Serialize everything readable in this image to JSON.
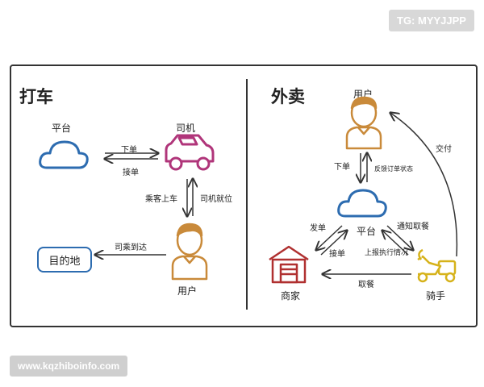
{
  "badges": {
    "tg": "TG: MYYJJPP",
    "site": "www.kqzhiboinfo.com"
  },
  "left": {
    "title": "打车",
    "platform": "平台",
    "driver": "司机",
    "destination": "目的地",
    "user": "用户",
    "order": "下单",
    "accept": "接单",
    "boarding": "乘客上车",
    "driver_ready": "司机就位",
    "driver_arrive": "司乘到达"
  },
  "right": {
    "title": "外卖",
    "user": "用户",
    "platform": "平台",
    "merchant": "商家",
    "rider": "骑手",
    "order": "下单",
    "feedback": "反馈订单状态",
    "send_order": "发单",
    "accept": "接单",
    "notify_pickup": "通知取餐",
    "report_status": "上报执行情况",
    "pickup": "取餐",
    "deliver": "交付"
  },
  "colors": {
    "blue": "#2d6cb0",
    "pink": "#b0357a",
    "orange": "#c98a3a",
    "yellow": "#d6b21a",
    "red": "#b03030"
  }
}
